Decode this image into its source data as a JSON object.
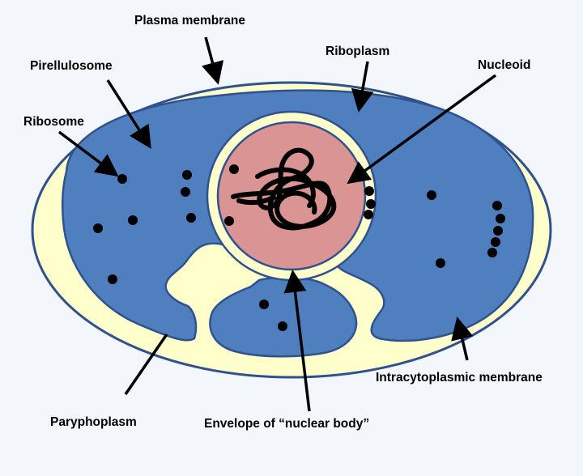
{
  "labels": {
    "plasma_membrane": "Plasma membrane",
    "pirellulosome": "Pirellulosome",
    "riboplasm": "Riboplasm",
    "nucleoid": "Nucleoid",
    "ribosome": "Ribosome",
    "paryphoplasm": "Paryphoplasm",
    "envelope": "Envelope of “nuclear body”",
    "intracytoplasmic_membrane": "Intracytoplasmic membrane"
  },
  "colors": {
    "background": "#f3f6fb",
    "cell_outer_fill": "#ffffcc",
    "cell_outline": "#2f528f",
    "pirellulosome_fill": "#4f7fbf",
    "nuclear_body_fill": "#db9494",
    "ribosome": "#000000",
    "arrow": "#000000"
  }
}
